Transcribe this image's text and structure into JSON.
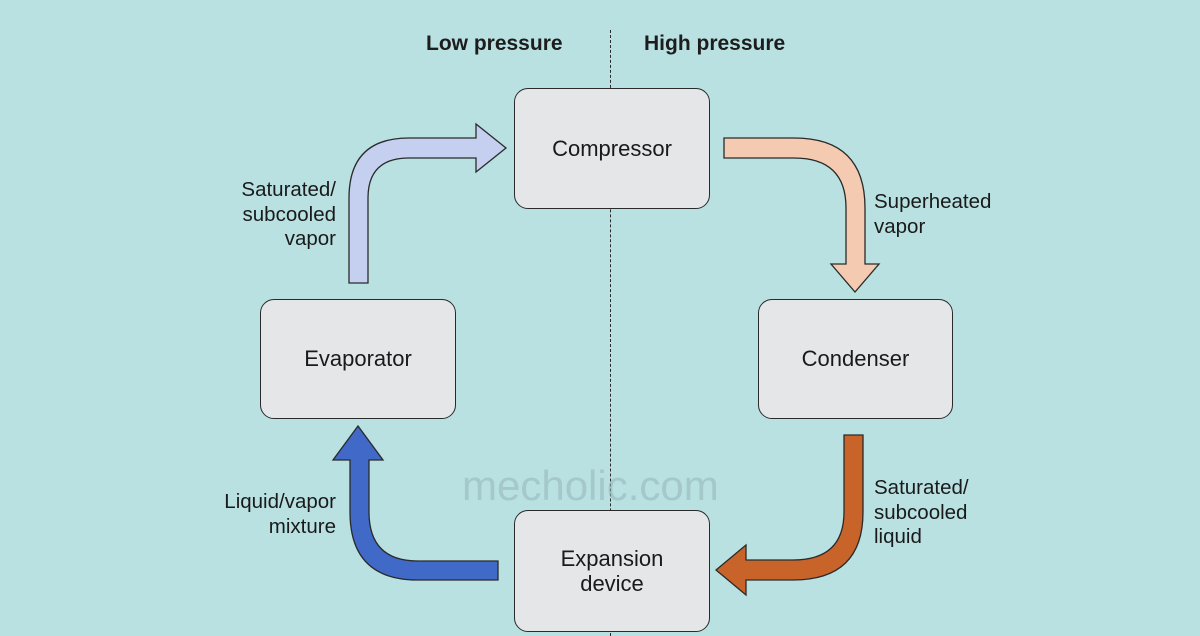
{
  "regions": {
    "low_pressure": "Low pressure",
    "high_pressure": "High pressure"
  },
  "components": {
    "compressor": "Compressor",
    "condenser": "Condenser",
    "evaporator": "Evaporator",
    "expansion": "Expansion\ndevice"
  },
  "flows": {
    "evaporator_to_compressor": "Saturated/\nsubcooled\nvapor",
    "compressor_to_condenser": "Superheated\nvapor",
    "condenser_to_expansion": "Saturated/\nsubcooled\nliquid",
    "expansion_to_evaporator": "Liquid/vapor\nmixture"
  },
  "watermark": "mecholic.com",
  "colors": {
    "background": "#b9e1e2",
    "box_fill": "#e4e6e7",
    "arrow_saturated_vapor": "#c5d0f0",
    "arrow_superheated_vapor": "#f4cab0",
    "arrow_liquid": "#c8642a",
    "arrow_mixture": "#4169c8"
  }
}
